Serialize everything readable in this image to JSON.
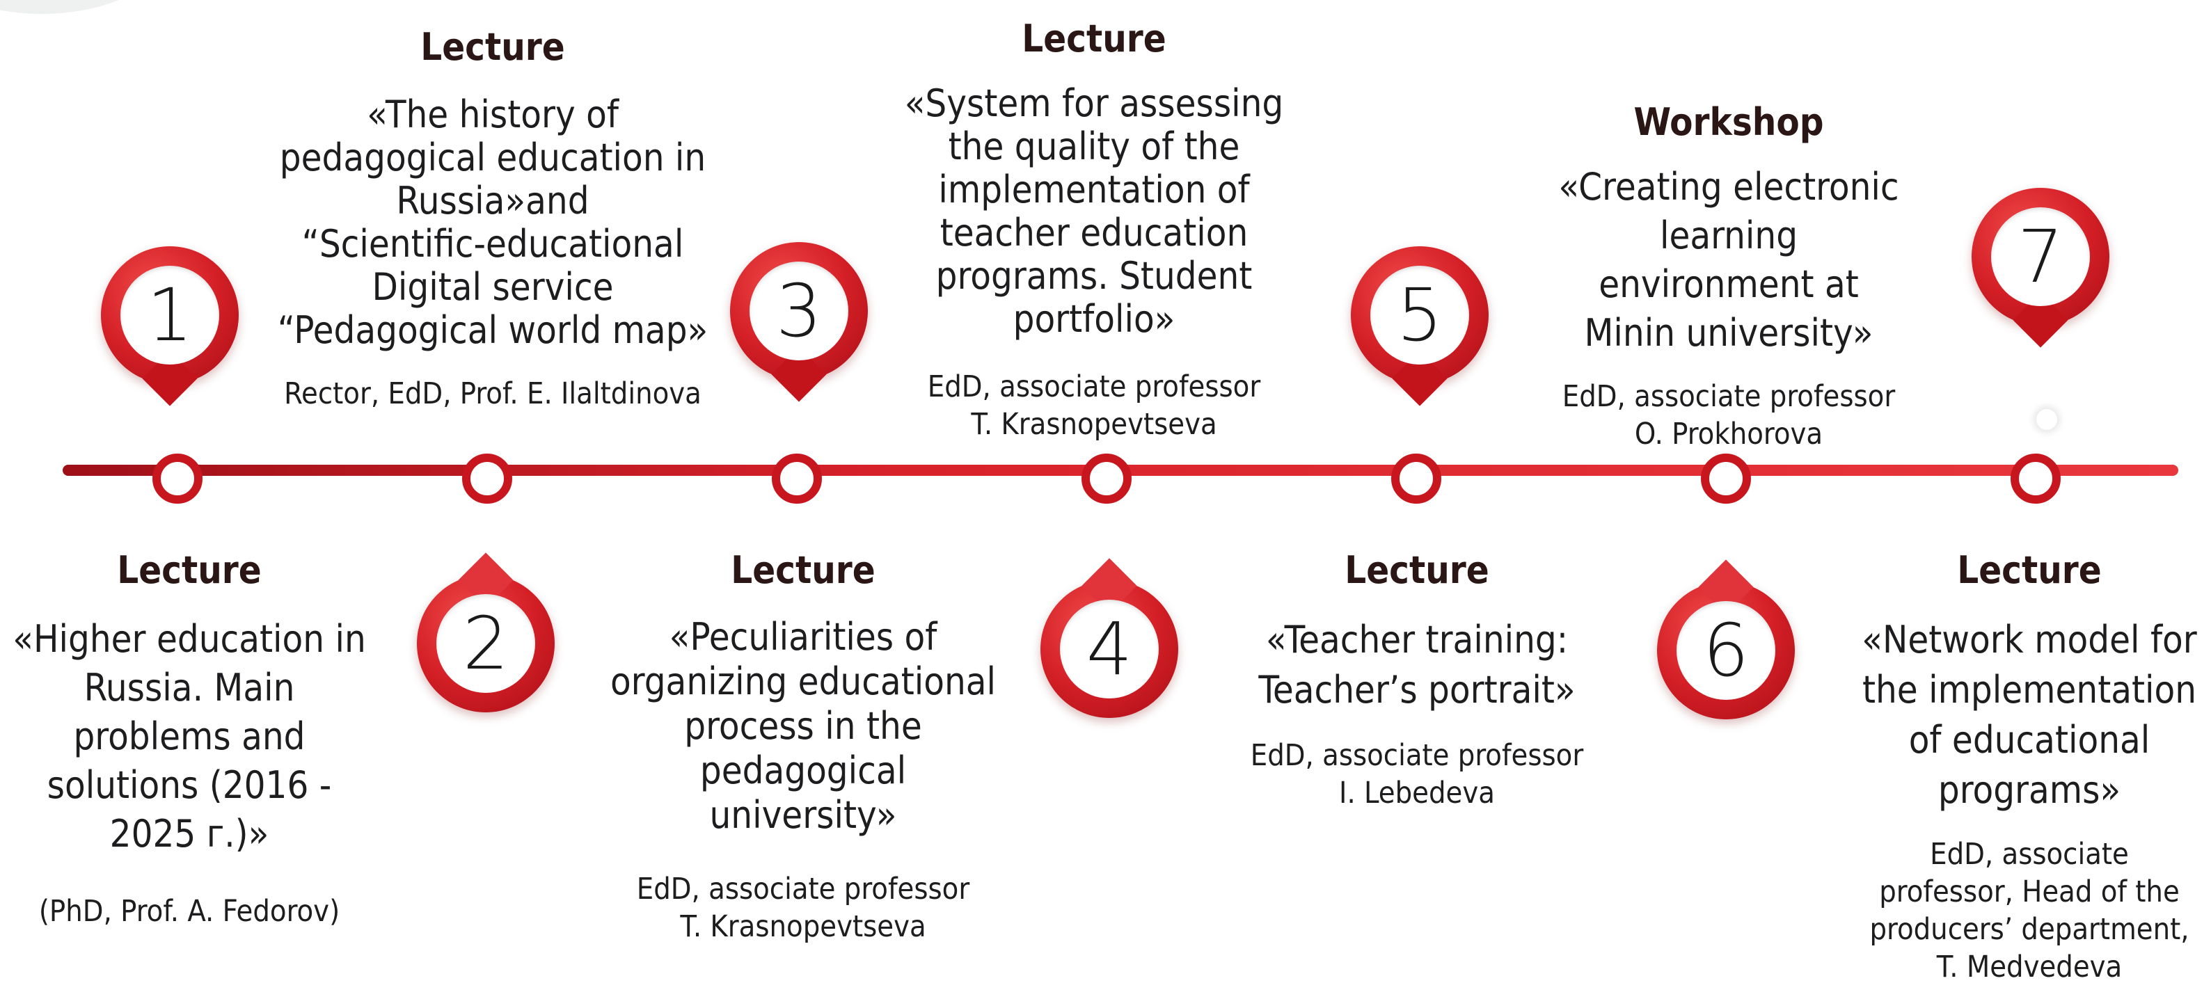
{
  "colors": {
    "accent": "#d41f26",
    "line_dark": "#9e1018",
    "text": "#1d1d1f"
  },
  "events": [
    {
      "number": "1",
      "kind": "Lecture",
      "title": "«Higher education in\nRussia. Main\nproblems and\nsolutions (2016 -\n2025 г.)»",
      "speaker": "(PhD, Prof. A. Fedorov)"
    },
    {
      "number": "2",
      "kind": "Lecture",
      "title": "«The history of\npedagogical education in\nRussia»and\n“Scientific-educational\nDigital service\n“Pedagogical world map»",
      "speaker": "Rector, EdD, Prof.  E. Ilaltdinova"
    },
    {
      "number": "3",
      "kind": "Lecture",
      "title": "«Peculiarities of\norganizing educational\nprocess in the\npedagogical\nuniversity»",
      "speaker": "EdD, associate professor\nT. Krasnopevtseva"
    },
    {
      "number": "4",
      "kind": "Lecture",
      "title": "«System for assessing\nthe quality of the\nimplementation of\nteacher education\nprograms. Student\nportfolio»",
      "speaker": "EdD, associate professor\nT. Krasnopevtseva"
    },
    {
      "number": "5",
      "kind": "Lecture",
      "title": "«Teacher training:\nTeacher’s portrait»",
      "speaker": "EdD, associate professor\nI. Lebedeva"
    },
    {
      "number": "6",
      "kind": "Workshop",
      "title": "«Creating electronic\nlearning\nenvironment at\nMinin university»",
      "speaker": "EdD, associate professor\nO. Prokhorova"
    },
    {
      "number": "7",
      "kind": "Lecture",
      "title": "«Network model for\nthe implementation\nof educational\nprograms»",
      "speaker": "EdD, associate\nprofessor, Head of the\nproducers’ department,\nT. Medvedeva"
    }
  ]
}
